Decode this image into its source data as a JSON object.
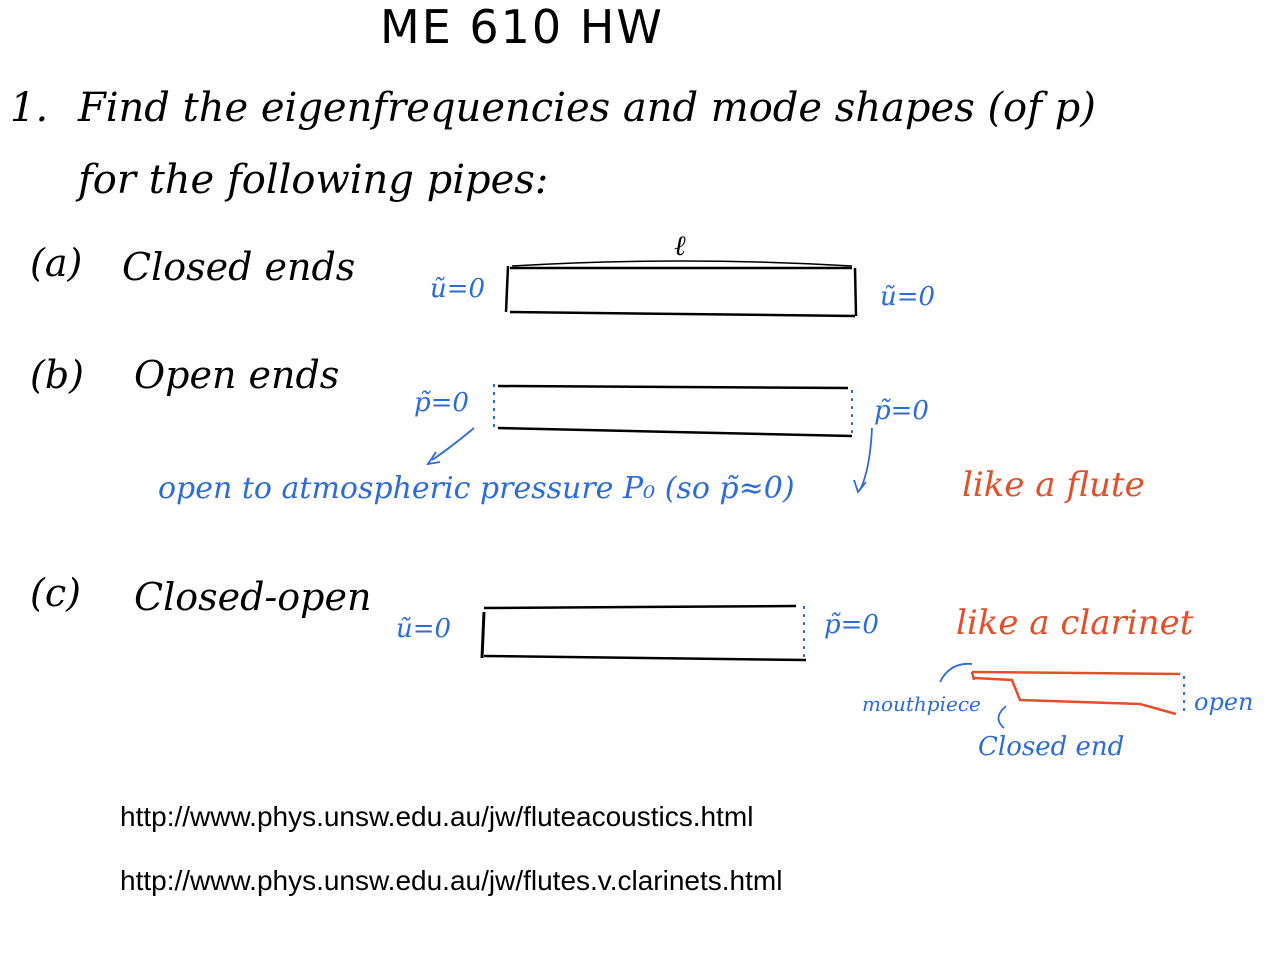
{
  "title": "ME 610 HW",
  "problem": {
    "number": "1.",
    "line1": "Find the eigenfrequencies and mode shapes (of p)",
    "line2": "for the following pipes:"
  },
  "parts": [
    {
      "label": "(a)",
      "text": "Closed ends",
      "length_label": "ℓ",
      "left_bc": "ũ=0",
      "right_bc": "ũ=0"
    },
    {
      "label": "(b)",
      "text": "Open ends",
      "left_bc": "p̃=0",
      "right_bc": "p̃=0",
      "note": "open to atmospheric pressure P₀ (so p̃≈0)",
      "comparison": "like a flute"
    },
    {
      "label": "(c)",
      "text": "Closed-open",
      "left_bc": "ũ=0",
      "right_bc": "p̃=0",
      "comparison": "like a clarinet",
      "sketch_labels": {
        "mouthpiece": "mouthpiece",
        "closed_end": "Closed end",
        "open": "open"
      }
    }
  ],
  "links": [
    "http://www.phys.unsw.edu.au/jw/fluteacoustics.html",
    "http://www.phys.unsw.edu.au/jw/flutes.v.clarinets.html"
  ],
  "colors": {
    "ink": "#000000",
    "blue": "#2d6bd6",
    "red": "#e0502a"
  }
}
